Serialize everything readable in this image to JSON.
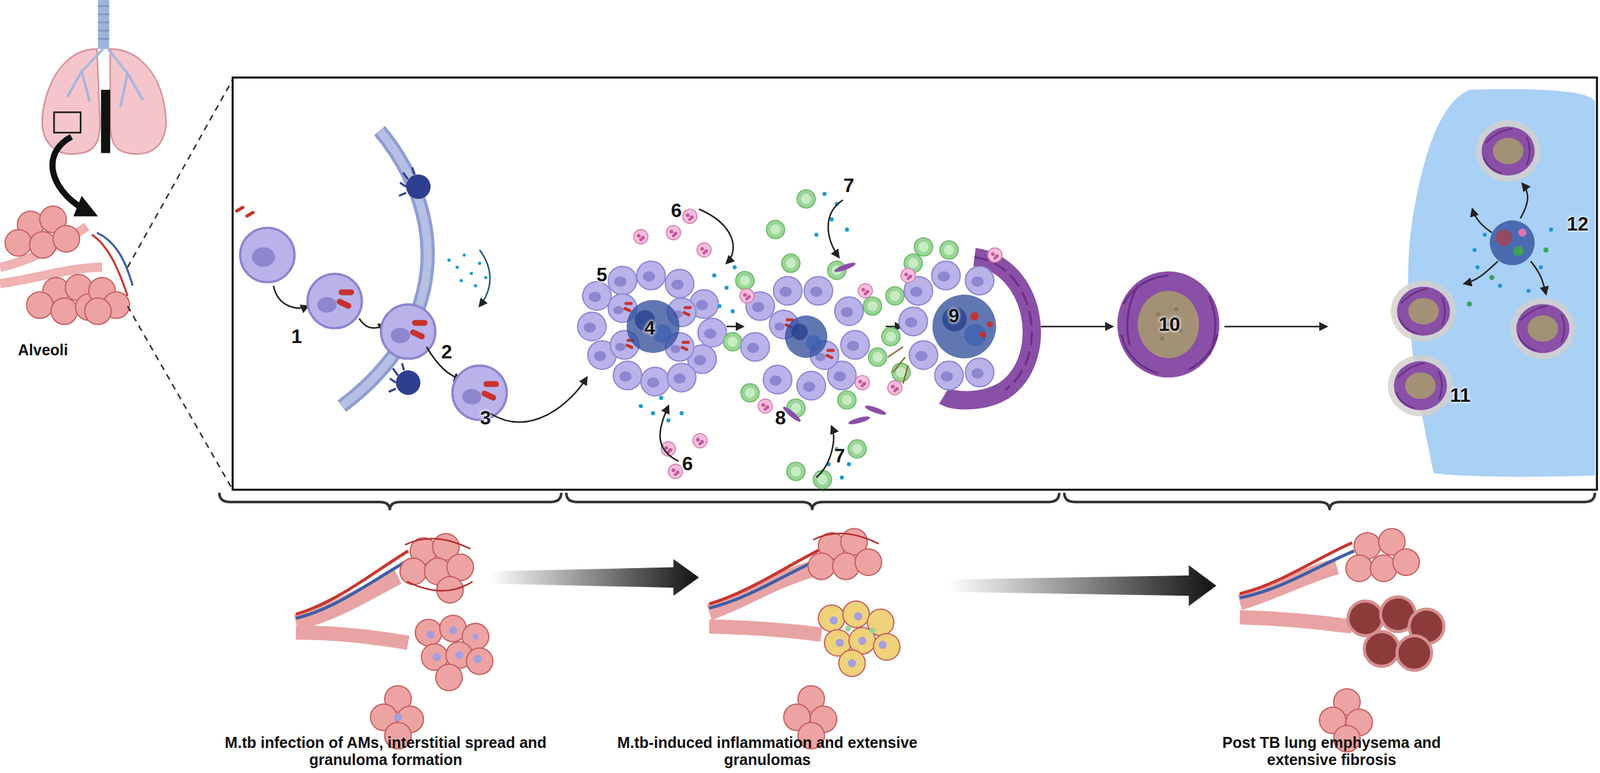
{
  "diagram": {
    "labels": [
      "Alveoli",
      "1",
      "2",
      "3",
      "4",
      "5",
      "6",
      "6",
      "7",
      "7",
      "8",
      "9",
      "10",
      "11",
      "12",
      "M.tb infection of AMs, interstitial spread and granuloma formation",
      "M.tb-induced inflammation and extensive granulomas",
      "Post TB lung emphysema and extensive fibrosis"
    ]
  }
}
